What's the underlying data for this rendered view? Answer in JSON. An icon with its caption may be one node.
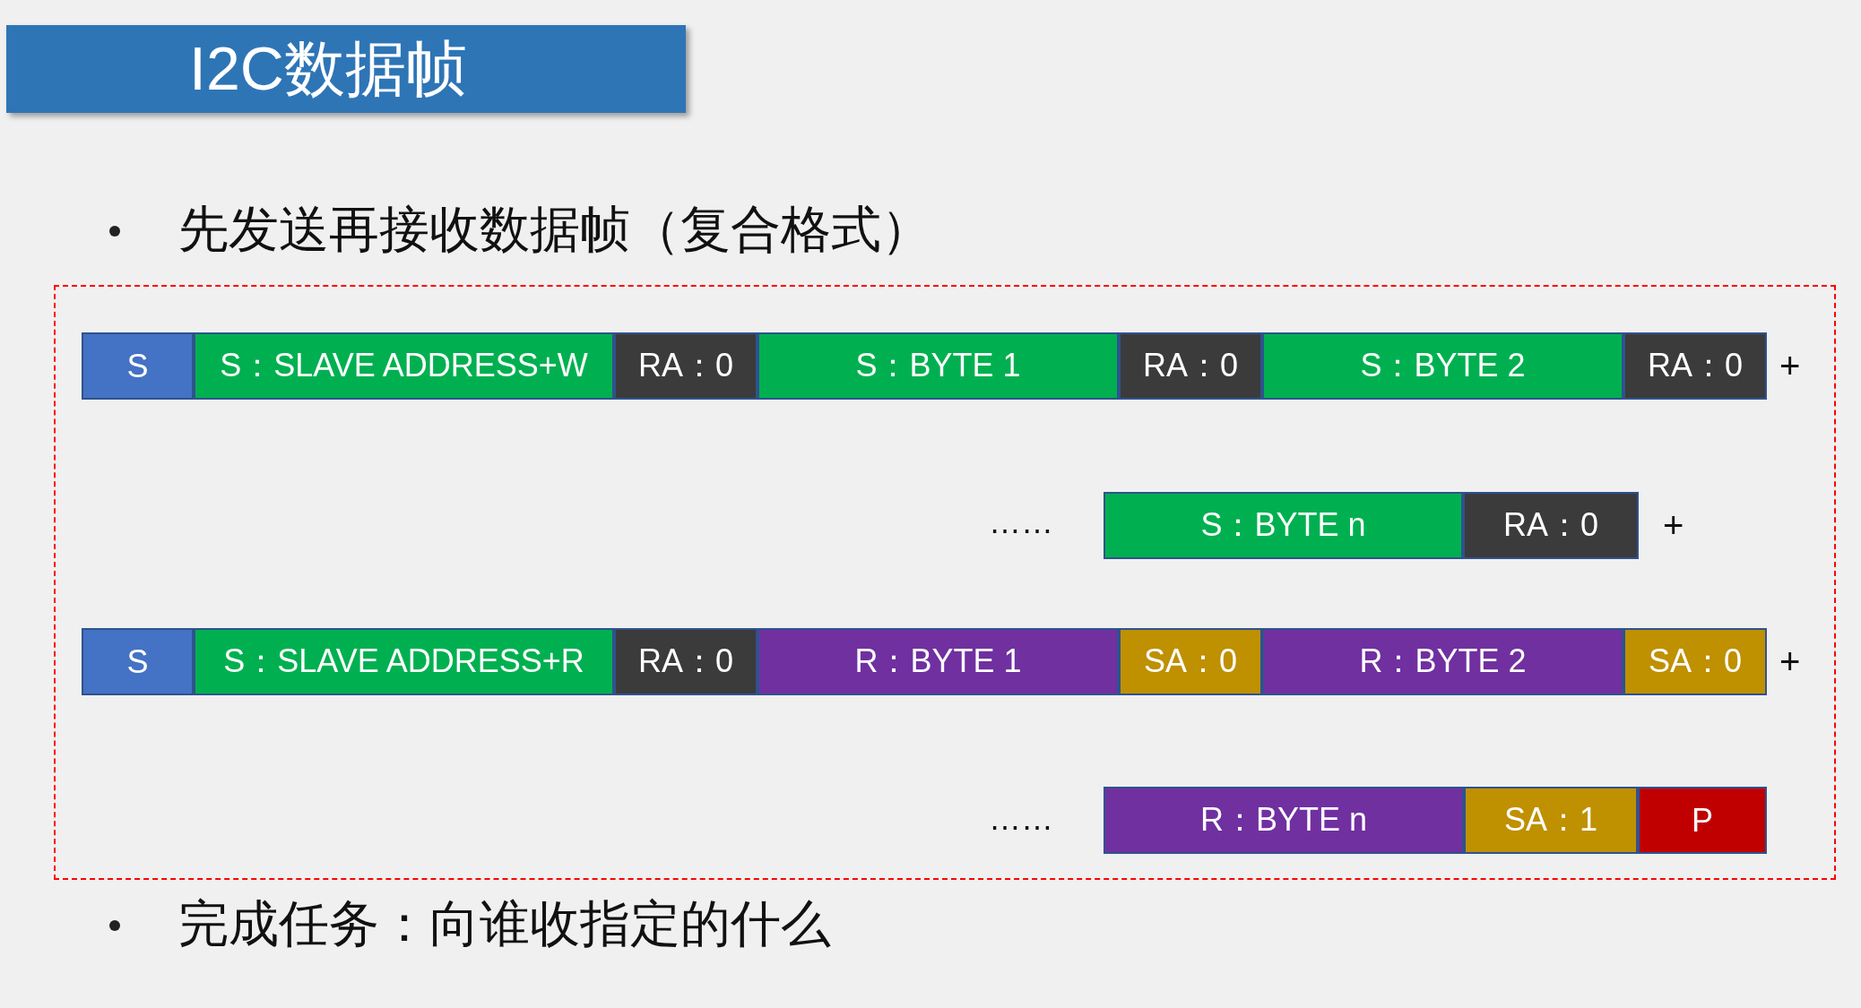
{
  "diagram": {
    "title": "I2C数据帧",
    "nodes": [
      {
        "text": [],
        "shape": "box"
      },
      {
        "text": [
          "S"
        ],
        "in": 0
      },
      {
        "text": [
          "S：SLAVE ADDRESS+W"
        ],
        "in": 0
      },
      {
        "text": [
          "RA：0"
        ],
        "in": 0
      },
      {
        "text": [
          "S：BYTE 1"
        ],
        "in": 0
      },
      {
        "text": [
          "RA：0"
        ],
        "in": 0
      },
      {
        "text": [
          "S：BYTE 2"
        ],
        "in": 0
      },
      {
        "text": [
          "RA：0"
        ],
        "in": 0
      },
      {
        "text": [
          "S：BYTE n"
        ],
        "in": 0
      },
      {
        "text": [
          "RA：0"
        ],
        "in": 0
      },
      {
        "text": [
          "S"
        ],
        "in": 0
      },
      {
        "text": [
          "S：SLAVE ADDRESS+R"
        ],
        "in": 0
      },
      {
        "text": [
          "RA：0"
        ],
        "in": 0
      },
      {
        "text": [
          "R：BYTE 1"
        ],
        "in": 0
      },
      {
        "text": [
          "SA：0"
        ],
        "in": 0
      },
      {
        "text": [
          "R：BYTE 2"
        ],
        "in": 0
      },
      {
        "text": [
          "SA：0"
        ],
        "in": 0
      },
      {
        "text": [
          "R：BYTE n"
        ],
        "in": 0
      },
      {
        "text": [
          "SA：1"
        ],
        "in": 0
      },
      {
        "text": [
          "P"
        ],
        "in": 0
      }
    ],
    "labels": [
      "先发送再接收数据帧（复合格式）",
      "+",
      "……",
      "+",
      "+",
      "……",
      "完成任务：向谁收指定的什么"
    ]
  }
}
